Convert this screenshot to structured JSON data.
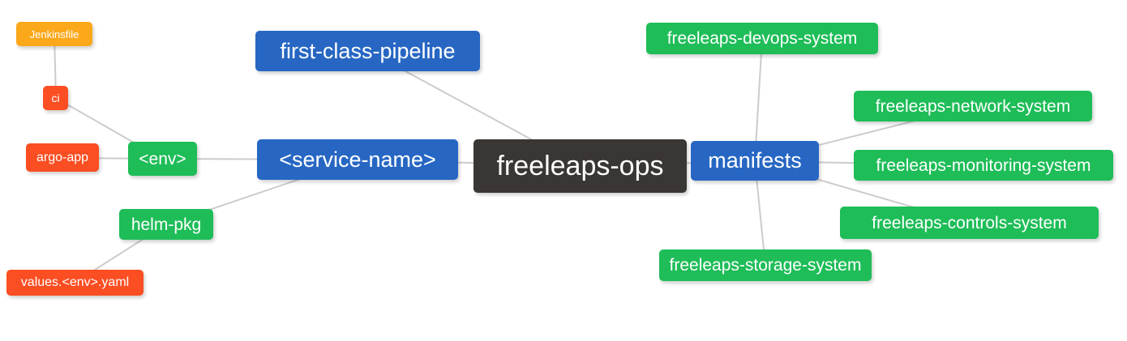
{
  "diagram": {
    "type": "mindmap",
    "root_label": "freeleaps-ops",
    "palette": {
      "blue": "#2767c3",
      "green": "#1ebd58",
      "red": "#fb4e22",
      "orange": "#fba81a",
      "dark": "#3a3634",
      "edge": "#cccccc",
      "text": "#ffffff",
      "background": "#ffffff"
    },
    "nodes": [
      {
        "id": "jenkinsfile",
        "label": "Jenkinsfile",
        "color": "orange"
      },
      {
        "id": "ci",
        "label": "ci",
        "color": "red"
      },
      {
        "id": "argo-app",
        "label": "argo-app",
        "color": "red"
      },
      {
        "id": "env",
        "label": "<env>",
        "color": "green"
      },
      {
        "id": "helm-pkg",
        "label": "helm-pkg",
        "color": "green"
      },
      {
        "id": "values-env-yaml",
        "label": "values.<env>.yaml",
        "color": "red"
      },
      {
        "id": "first-class-pipeline",
        "label": "first-class-pipeline",
        "color": "blue"
      },
      {
        "id": "service-name",
        "label": "<service-name>",
        "color": "blue"
      },
      {
        "id": "freeleaps-ops",
        "label": "freeleaps-ops",
        "color": "dark"
      },
      {
        "id": "manifests",
        "label": "manifests",
        "color": "blue"
      },
      {
        "id": "freeleaps-devops-system",
        "label": "freeleaps-devops-system",
        "color": "green"
      },
      {
        "id": "freeleaps-network-system",
        "label": "freeleaps-network-system",
        "color": "green"
      },
      {
        "id": "freeleaps-monitoring-system",
        "label": "freeleaps-monitoring-system",
        "color": "green"
      },
      {
        "id": "freeleaps-controls-system",
        "label": "freeleaps-controls-system",
        "color": "green"
      },
      {
        "id": "freeleaps-storage-system",
        "label": "freeleaps-storage-system",
        "color": "green"
      }
    ],
    "edges": [
      [
        "jenkinsfile",
        "ci"
      ],
      [
        "ci",
        "env"
      ],
      [
        "argo-app",
        "env"
      ],
      [
        "env",
        "service-name"
      ],
      [
        "helm-pkg",
        "service-name"
      ],
      [
        "values-env-yaml",
        "helm-pkg"
      ],
      [
        "first-class-pipeline",
        "freeleaps-ops"
      ],
      [
        "service-name",
        "freeleaps-ops"
      ],
      [
        "freeleaps-ops",
        "manifests"
      ],
      [
        "manifests",
        "freeleaps-devops-system"
      ],
      [
        "manifests",
        "freeleaps-network-system"
      ],
      [
        "manifests",
        "freeleaps-monitoring-system"
      ],
      [
        "manifests",
        "freeleaps-controls-system"
      ],
      [
        "manifests",
        "freeleaps-storage-system"
      ]
    ]
  }
}
